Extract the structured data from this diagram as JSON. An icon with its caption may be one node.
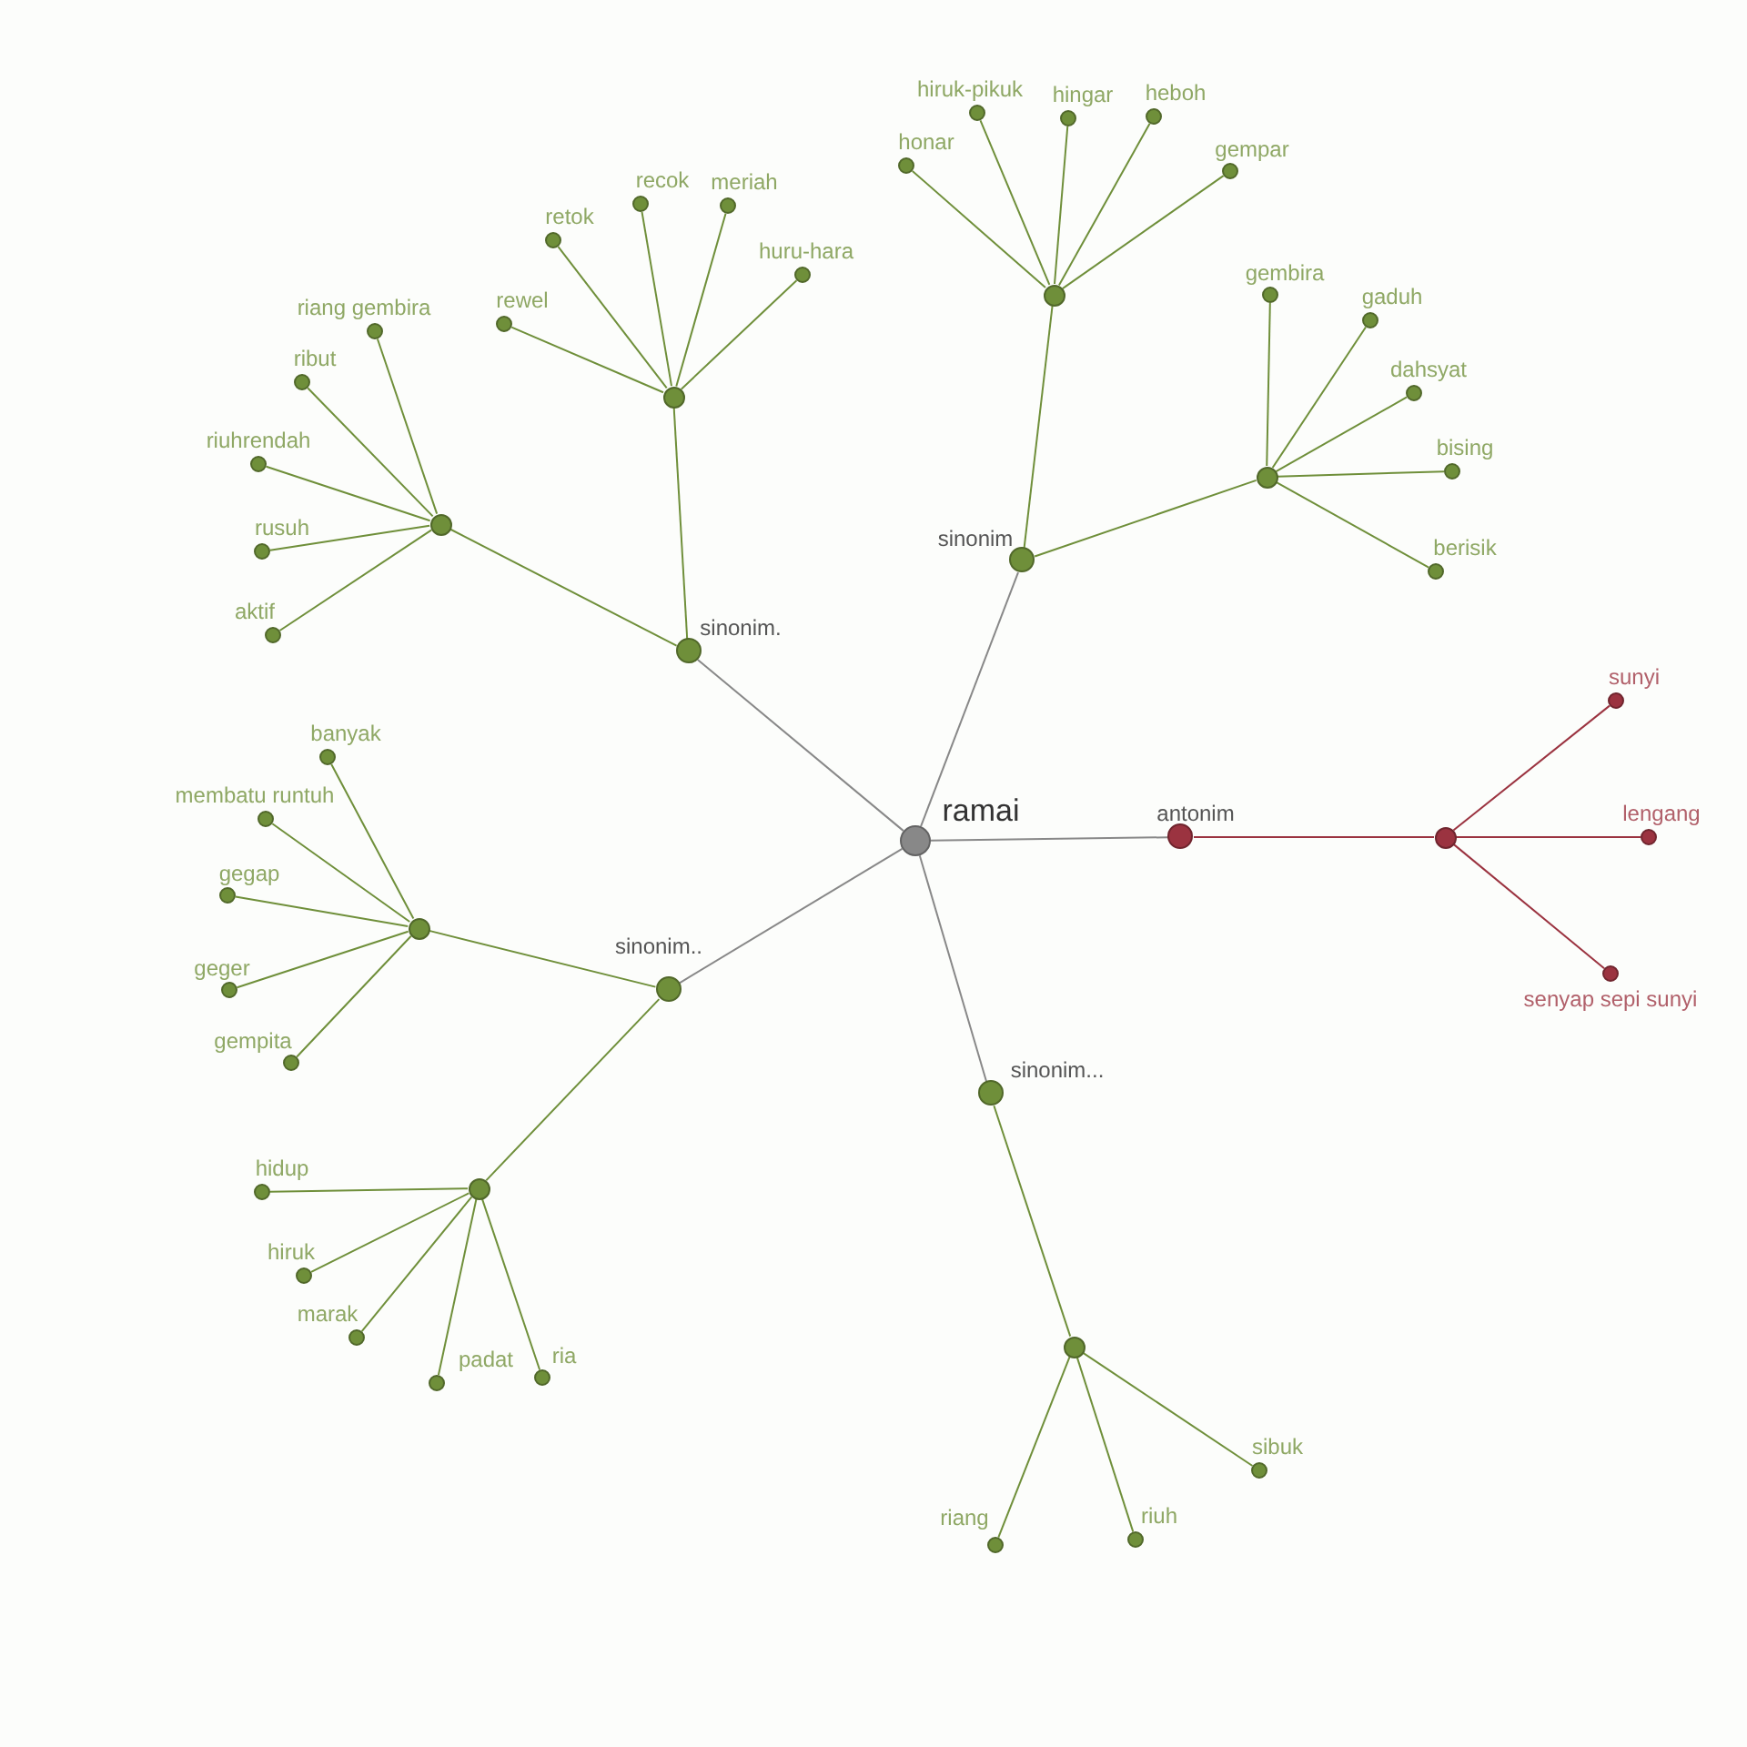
{
  "diagram": {
    "nodes": [
      {
        "text": [
          "ramai"
        ]
      },
      {
        "text": [
          "sinonim"
        ]
      },
      {
        "text": [],
        "shape": "circle"
      },
      {
        "text": [
          "honar"
        ]
      },
      {
        "text": [
          "hiruk-pikuk"
        ]
      },
      {
        "text": [
          "hingar"
        ]
      },
      {
        "text": [
          "heboh"
        ]
      },
      {
        "text": [
          "gempar"
        ]
      },
      {
        "text": [],
        "shape": "circle"
      },
      {
        "text": [
          "gembira"
        ]
      },
      {
        "text": [
          "gaduh"
        ]
      },
      {
        "text": [
          "dahsyat"
        ]
      },
      {
        "text": [
          "bising"
        ]
      },
      {
        "text": [
          "berisik"
        ]
      },
      {
        "text": [
          "antonim"
        ]
      },
      {
        "text": [],
        "shape": "circle"
      },
      {
        "text": [
          "sunyi"
        ]
      },
      {
        "text": [
          "lengang"
        ]
      },
      {
        "text": [
          "senyap sepi sunyi"
        ]
      },
      {
        "text": [
          "sinonim..."
        ]
      },
      {
        "text": [],
        "shape": "circle"
      },
      {
        "text": [
          "riang"
        ]
      },
      {
        "text": [
          "riuh"
        ]
      },
      {
        "text": [
          "sibuk"
        ]
      },
      {
        "text": [
          "sinonim.."
        ]
      },
      {
        "text": [],
        "shape": "circle"
      },
      {
        "text": [
          "banyak"
        ]
      },
      {
        "text": [
          "membatu runtuh"
        ]
      },
      {
        "text": [
          "gegap"
        ]
      },
      {
        "text": [
          "geger"
        ]
      },
      {
        "text": [
          "gempita"
        ]
      },
      {
        "text": [],
        "shape": "circle"
      },
      {
        "text": [
          "hidup"
        ]
      },
      {
        "text": [
          "hiruk"
        ]
      },
      {
        "text": [
          "marak"
        ]
      },
      {
        "text": [
          "padat"
        ]
      },
      {
        "text": [
          "ria"
        ]
      },
      {
        "text": [
          "sinonim."
        ]
      },
      {
        "text": [],
        "shape": "circle"
      },
      {
        "text": [
          "riang gembira"
        ]
      },
      {
        "text": [
          "ribut"
        ]
      },
      {
        "text": [
          "riuhrendah"
        ]
      },
      {
        "text": [
          "rusuh"
        ]
      },
      {
        "text": [
          "aktif"
        ]
      },
      {
        "text": [],
        "shape": "circle"
      },
      {
        "text": [
          "rewel"
        ]
      },
      {
        "text": [
          "retok"
        ]
      },
      {
        "text": [
          "recok"
        ]
      },
      {
        "text": [
          "meriah"
        ]
      },
      {
        "text": [
          "huru-hara"
        ]
      }
    ],
    "edges": [
      {
        "from": 0,
        "to": 1,
        "arrow": "none",
        "color": "#888888"
      },
      {
        "from": 1,
        "to": 2,
        "arrow": "none"
      },
      {
        "from": 2,
        "to": 3,
        "arrow": "none"
      },
      {
        "from": 2,
        "to": 4,
        "arrow": "none"
      },
      {
        "from": 2,
        "to": 5,
        "arrow": "none"
      },
      {
        "from": 2,
        "to": 6,
        "arrow": "none"
      },
      {
        "from": 2,
        "to": 7,
        "arrow": "none"
      },
      {
        "from": 1,
        "to": 8,
        "arrow": "none"
      },
      {
        "from": 8,
        "to": 9,
        "arrow": "none"
      },
      {
        "from": 8,
        "to": 10,
        "arrow": "none"
      },
      {
        "from": 8,
        "to": 11,
        "arrow": "none"
      },
      {
        "from": 8,
        "to": 12,
        "arrow": "none"
      },
      {
        "from": 8,
        "to": 13,
        "arrow": "none"
      },
      {
        "from": 0,
        "to": 14,
        "arrow": "none",
        "color": "#888888"
      },
      {
        "from": 14,
        "to": 15,
        "arrow": "none",
        "color": "#9b3340"
      },
      {
        "from": 15,
        "to": 16,
        "arrow": "none",
        "color": "#9b3340"
      },
      {
        "from": 15,
        "to": 17,
        "arrow": "none",
        "color": "#9b3340"
      },
      {
        "from": 15,
        "to": 18,
        "arrow": "none",
        "color": "#9b3340"
      },
      {
        "from": 0,
        "to": 19,
        "arrow": "none",
        "color": "#888888"
      },
      {
        "from": 19,
        "to": 20,
        "arrow": "none"
      },
      {
        "from": 20,
        "to": 21,
        "arrow": "none"
      },
      {
        "from": 20,
        "to": 22,
        "arrow": "none"
      },
      {
        "from": 20,
        "to": 23,
        "arrow": "none"
      },
      {
        "from": 0,
        "to": 24,
        "arrow": "none",
        "color": "#888888"
      },
      {
        "from": 24,
        "to": 25,
        "arrow": "none"
      },
      {
        "from": 25,
        "to": 26,
        "arrow": "none"
      },
      {
        "from": 25,
        "to": 27,
        "arrow": "none"
      },
      {
        "from": 25,
        "to": 28,
        "arrow": "none"
      },
      {
        "from": 25,
        "to": 29,
        "arrow": "none"
      },
      {
        "from": 25,
        "to": 30,
        "arrow": "none"
      },
      {
        "from": 24,
        "to": 31,
        "arrow": "none"
      },
      {
        "from": 31,
        "to": 32,
        "arrow": "none"
      },
      {
        "from": 31,
        "to": 33,
        "arrow": "none"
      },
      {
        "from": 31,
        "to": 34,
        "arrow": "none"
      },
      {
        "from": 31,
        "to": 35,
        "arrow": "none"
      },
      {
        "from": 31,
        "to": 36,
        "arrow": "none"
      },
      {
        "from": 0,
        "to": 37,
        "arrow": "none",
        "color": "#888888"
      },
      {
        "from": 37,
        "to": 38,
        "arrow": "none"
      },
      {
        "from": 38,
        "to": 39,
        "arrow": "none"
      },
      {
        "from": 38,
        "to": 40,
        "arrow": "none"
      },
      {
        "from": 38,
        "to": 41,
        "arrow": "none"
      },
      {
        "from": 38,
        "to": 42,
        "arrow": "none"
      },
      {
        "from": 38,
        "to": 43,
        "arrow": "none"
      },
      {
        "from": 37,
        "to": 44,
        "arrow": "none"
      },
      {
        "from": 44,
        "to": 45,
        "arrow": "none"
      },
      {
        "from": 44,
        "to": 46,
        "arrow": "none"
      },
      {
        "from": 44,
        "to": 47,
        "arrow": "none"
      },
      {
        "from": 44,
        "to": 48,
        "arrow": "none"
      },
      {
        "from": 44,
        "to": 49,
        "arrow": "none"
      }
    ]
  }
}
